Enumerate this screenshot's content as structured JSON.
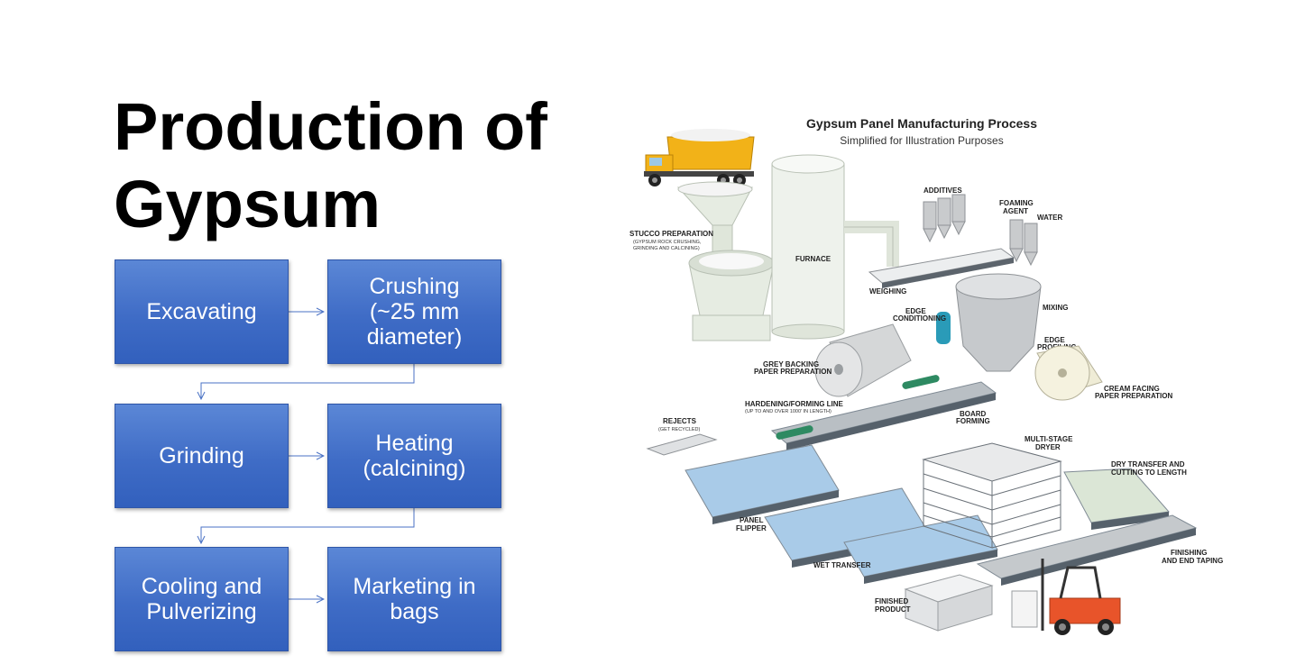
{
  "slide": {
    "title": "Production of Gypsum"
  },
  "flow": {
    "steps": [
      {
        "label": "Excavating"
      },
      {
        "label": "Crushing\n(~25 mm\ndiameter)"
      },
      {
        "label": "Grinding"
      },
      {
        "label": "Heating\n(calcining)"
      },
      {
        "label": "Cooling and\nPulverizing"
      },
      {
        "label": "Marketing in\nbags"
      }
    ]
  },
  "illustration": {
    "title": "Gypsum Panel Manufacturing Process",
    "subtitle": "Simplified for Illustration Purposes",
    "labels": {
      "additives": "ADDITIVES",
      "foaming_agent_1": "FOAMING",
      "foaming_agent_2": "AGENT",
      "water": "WATER",
      "stucco_1": "STUCCO PREPARATION",
      "stucco_2": "(GYPSUM ROCK CRUSHING,",
      "stucco_3": "GRINDING AND CALCINING)",
      "furnace": "FURNACE",
      "weighing": "WEIGHING",
      "edge_cond_1": "EDGE",
      "edge_cond_2": "CONDITIONING",
      "mixing": "MIXING",
      "edge_prof_1": "EDGE",
      "edge_prof_2": "PROFILING",
      "grey_1": "GREY BACKING",
      "grey_2": "PAPER PREPARATION",
      "cream_1": "CREAM FACING",
      "cream_2": "PAPER PREPARATION",
      "hardening_1": "HARDENING/FORMING LINE",
      "hardening_2": "(UP TO AND OVER 1000' IN LENGTH)",
      "board_1": "BOARD",
      "board_2": "FORMING",
      "rejects_1": "REJECTS",
      "rejects_2": "(GET RECYCLED)",
      "dryer_1": "MULTI-STAGE",
      "dryer_2": "DRYER",
      "dry_transfer_1": "DRY TRANSFER AND",
      "dry_transfer_2": "CUTTING TO LENGTH",
      "flipper_1": "PANEL",
      "flipper_2": "FLIPPER",
      "finishing_1": "FINISHING",
      "finishing_2": "AND END TAPING",
      "wet_transfer": "WET TRANSFER",
      "finished_1": "FINISHED",
      "finished_2": "PRODUCT"
    }
  },
  "colors": {
    "box_fill": "#4170c8",
    "arrow": "#4a72c4",
    "truck": "#f2b218",
    "forklift": "#e8542a",
    "conveyor": "#7f8a94"
  }
}
